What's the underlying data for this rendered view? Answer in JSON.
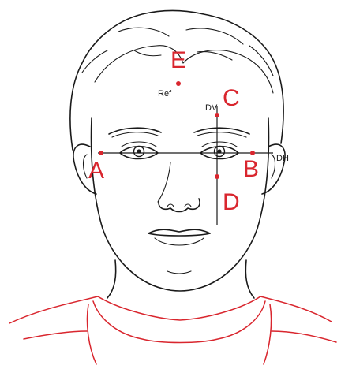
{
  "colors": {
    "accent": "#d9262e",
    "line": "#1a1a1a"
  },
  "points": {
    "A": "A",
    "B": "B",
    "C": "C",
    "D": "D",
    "E": "E"
  },
  "labels": {
    "ref": "Ref",
    "dv": "DV",
    "dh": "DH"
  }
}
